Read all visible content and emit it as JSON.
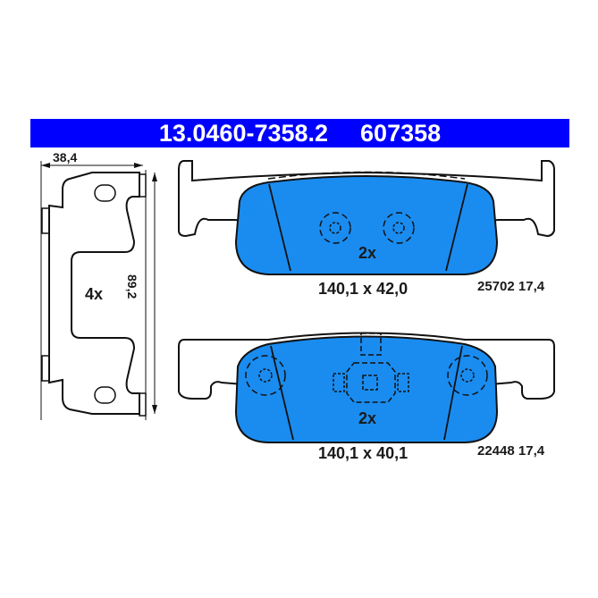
{
  "header": {
    "part_number": "13.0460-7358.2",
    "ref_number": "607358",
    "background_color": "#0000ff"
  },
  "clip": {
    "width_dim": "38,4",
    "height_dim": "89,2",
    "quantity": "4x"
  },
  "pad_top": {
    "quantity": "2x",
    "dimensions": "140,1 x 42,0",
    "wva_thickness": "25702 17,4",
    "fill_color": "#1a8cf0"
  },
  "pad_bottom": {
    "quantity": "2x",
    "dimensions": "140,1 x 40,1",
    "wva_thickness": "22448 17,4",
    "fill_color": "#1a8cf0"
  }
}
